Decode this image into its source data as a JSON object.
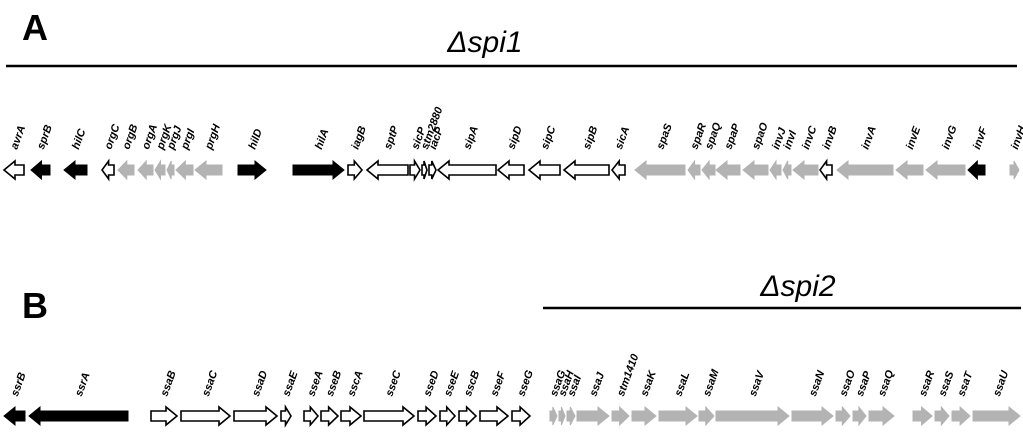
{
  "panels": [
    {
      "letter": "A",
      "region_label": "Δspi1",
      "genes": [
        {
          "name": "avrA",
          "color": "white"
        },
        {
          "name": "sprB",
          "color": "black"
        },
        {
          "name": "hilC",
          "color": "black"
        },
        {
          "name": "orgC",
          "color": "white"
        },
        {
          "name": "orgB",
          "color": "gray"
        },
        {
          "name": "orgA",
          "color": "gray"
        },
        {
          "name": "prgK",
          "color": "gray"
        },
        {
          "name": "prgJ",
          "color": "gray"
        },
        {
          "name": "prgI",
          "color": "gray"
        },
        {
          "name": "prgH",
          "color": "gray"
        },
        {
          "name": "hilD",
          "color": "black"
        },
        {
          "name": "hilA",
          "color": "black"
        },
        {
          "name": "iagB",
          "color": "white"
        },
        {
          "name": "sptP",
          "color": "white"
        },
        {
          "name": "sicP",
          "color": "white"
        },
        {
          "name": "stm2880",
          "color": "white"
        },
        {
          "name": "iacP",
          "color": "white"
        },
        {
          "name": "sipA",
          "color": "white"
        },
        {
          "name": "sipD",
          "color": "white"
        },
        {
          "name": "sipC",
          "color": "white"
        },
        {
          "name": "sipB",
          "color": "white"
        },
        {
          "name": "sicA",
          "color": "white"
        },
        {
          "name": "spaS",
          "color": "gray"
        },
        {
          "name": "spaR",
          "color": "gray"
        },
        {
          "name": "spaQ",
          "color": "gray"
        },
        {
          "name": "spaP",
          "color": "gray"
        },
        {
          "name": "spaO",
          "color": "gray"
        },
        {
          "name": "invJ",
          "color": "gray"
        },
        {
          "name": "invI",
          "color": "gray"
        },
        {
          "name": "invC",
          "color": "gray"
        },
        {
          "name": "invB",
          "color": "white"
        },
        {
          "name": "invA",
          "color": "gray"
        },
        {
          "name": "invE",
          "color": "gray"
        },
        {
          "name": "invG",
          "color": "gray"
        },
        {
          "name": "invF",
          "color": "black"
        },
        {
          "name": "invH",
          "color": "gray"
        }
      ]
    },
    {
      "letter": "B",
      "region_label": "Δspi2",
      "genes": [
        {
          "name": "ssrB",
          "color": "black"
        },
        {
          "name": "ssrA",
          "color": "black"
        },
        {
          "name": "ssaB",
          "color": "white"
        },
        {
          "name": "ssaC",
          "color": "white"
        },
        {
          "name": "ssaD",
          "color": "white"
        },
        {
          "name": "ssaE",
          "color": "white"
        },
        {
          "name": "sseA",
          "color": "white"
        },
        {
          "name": "sseB",
          "color": "white"
        },
        {
          "name": "sscA",
          "color": "white"
        },
        {
          "name": "sseC",
          "color": "white"
        },
        {
          "name": "sseD",
          "color": "white"
        },
        {
          "name": "sseE",
          "color": "white"
        },
        {
          "name": "sscB",
          "color": "white"
        },
        {
          "name": "sseF",
          "color": "white"
        },
        {
          "name": "sseG",
          "color": "white"
        },
        {
          "name": "ssaG",
          "color": "gray"
        },
        {
          "name": "ssaH",
          "color": "gray"
        },
        {
          "name": "ssaI",
          "color": "gray"
        },
        {
          "name": "ssaJ",
          "color": "gray"
        },
        {
          "name": "stm1410",
          "color": "gray"
        },
        {
          "name": "ssaK",
          "color": "gray"
        },
        {
          "name": "ssaL",
          "color": "gray"
        },
        {
          "name": "ssaM",
          "color": "gray"
        },
        {
          "name": "ssaV",
          "color": "gray"
        },
        {
          "name": "ssaN",
          "color": "gray"
        },
        {
          "name": "ssaO",
          "color": "gray"
        },
        {
          "name": "ssaP",
          "color": "gray"
        },
        {
          "name": "ssaQ",
          "color": "gray"
        },
        {
          "name": "ssaR",
          "color": "gray"
        },
        {
          "name": "ssaS",
          "color": "gray"
        },
        {
          "name": "ssaT",
          "color": "gray"
        },
        {
          "name": "ssaU",
          "color": "gray"
        }
      ]
    }
  ],
  "colors": {
    "black": "#000000",
    "gray": "#b3b3b3",
    "white": "#ffffff",
    "stroke": "#000000"
  }
}
